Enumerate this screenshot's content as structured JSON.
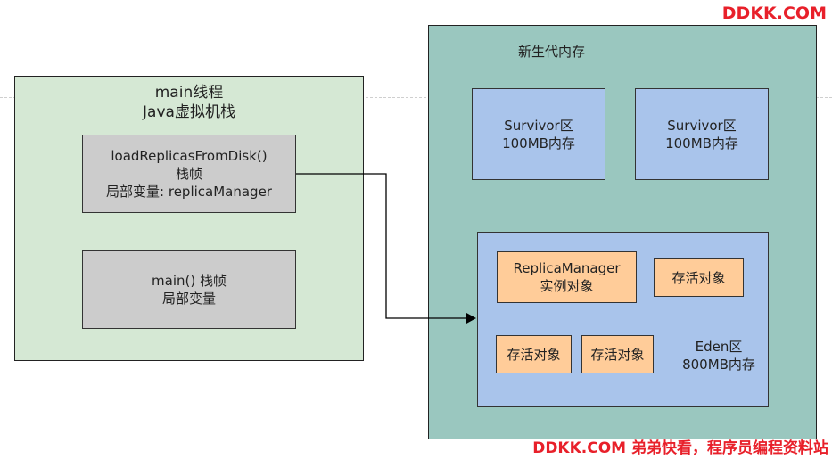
{
  "watermark_top": "DDKK.COM",
  "watermark_bottom": "DDKK.COM 弟弟快看，程序员编程资料站",
  "left_panel": {
    "title_line1": "main线程",
    "title_line2": "Java虚拟机栈",
    "frame_top": {
      "line1": "loadReplicasFromDisk()",
      "line2": "栈帧",
      "line3": "局部变量: replicaManager"
    },
    "frame_bottom": {
      "line1": "main() 栈帧",
      "line2": "局部变量"
    }
  },
  "right_panel": {
    "title": "新生代内存",
    "survivor_left": {
      "line1": "Survivor区",
      "line2": "100MB内存"
    },
    "survivor_right": {
      "line1": "Survivor区",
      "line2": "100MB内存"
    },
    "eden": {
      "label_line1": "Eden区",
      "label_line2": "800MB内存",
      "replica_obj": {
        "line1": "ReplicaManager",
        "line2": "实例对象"
      },
      "alive_obj_1": "存活对象",
      "alive_obj_2": "存活对象",
      "alive_obj_3": "存活对象"
    }
  },
  "colors": {
    "stack_panel": "#d5e8d4",
    "young_gen_panel": "#9ac7bf",
    "stack_frame": "#cccccc",
    "survivor_eden": "#a9c4eb",
    "object": "#ffcc99",
    "watermark": "#e8202a"
  }
}
